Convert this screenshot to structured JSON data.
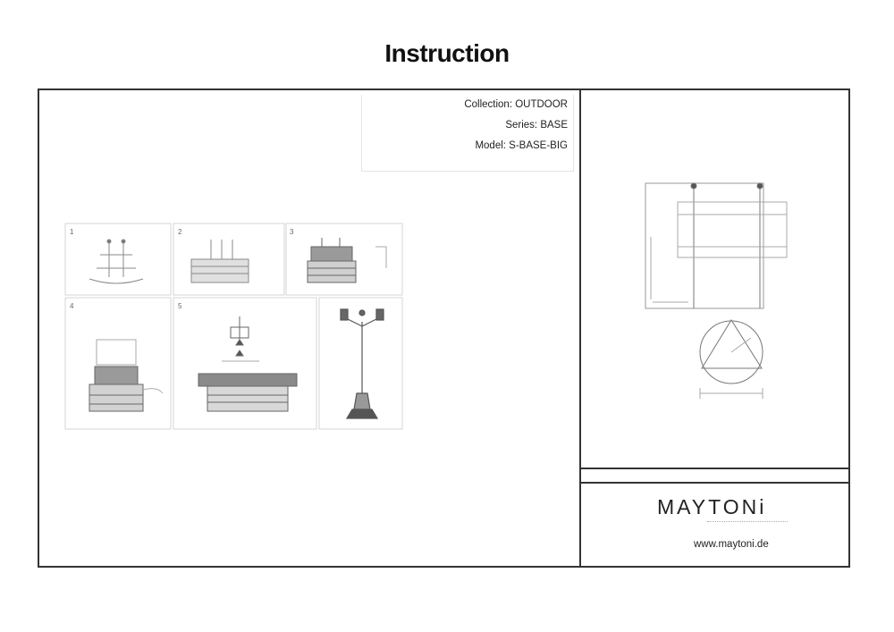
{
  "page": {
    "title": "Instruction"
  },
  "product": {
    "collection": "Collection: OUTDOOR",
    "series": "Series: BASE",
    "model": "Model: S-BASE-BIG"
  },
  "brand": {
    "name": "MAYTONi",
    "website": "www.maytoni.de"
  },
  "steps": [
    {
      "number": "1"
    },
    {
      "number": "2"
    },
    {
      "number": "3"
    },
    {
      "number": "4"
    },
    {
      "number": "5"
    }
  ],
  "colors": {
    "line": "#333333",
    "light_line": "#cfcfcf",
    "figure": "#555555"
  }
}
